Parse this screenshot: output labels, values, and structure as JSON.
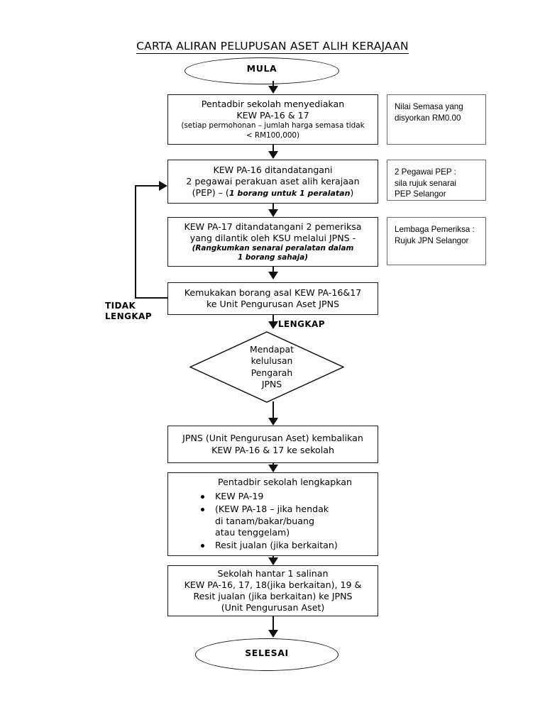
{
  "title": "CARTA ALIRAN PELUPUSAN ASET ALIH KERAJAAN",
  "nodes": {
    "start": {
      "label": "MULA"
    },
    "end": {
      "label": "SELESAI"
    },
    "p1": {
      "line1": "Pentadbir sekolah menyediakan",
      "line2": "KEW PA-16 & 17",
      "line3": "(setiap permohonan – jumlah harga semasa tidak",
      "line4": "< RM100,000)"
    },
    "p2": {
      "line1": "KEW PA-16 ditandatangani",
      "line2": "2 pegawai perakuan aset alih kerajaan",
      "line3_prefix": "(PEP) – (",
      "line3_italic": "1 borang untuk 1 peralatan",
      "line3_suffix": ")"
    },
    "p3": {
      "line1": "KEW PA-17 ditandatangani 2 pemeriksa",
      "line2": "yang dilantik oleh KSU melalui JPNS -",
      "line3_italic": "(Rangkumkan senarai peralatan dalam",
      "line4_italic": "1 borang sahaja)"
    },
    "p4": {
      "line1": "Kemukakan borang asal KEW PA-16&17",
      "line2": "ke Unit Pengurusan Aset JPNS"
    },
    "decision": {
      "line1": "Mendapat",
      "line2": "kelulusan",
      "line3": "Pengarah",
      "line4": "JPNS"
    },
    "p5": {
      "line1": "JPNS (Unit Pengurusan Aset) kembalikan",
      "line2": "KEW PA-16 & 17 ke sekolah"
    },
    "p6": {
      "heading": "Pentadbir sekolah lengkapkan",
      "bullets": [
        {
          "text": "KEW PA-19",
          "cont": []
        },
        {
          "text": "(KEW PA-18 – jika hendak",
          "cont": [
            "di tanam/bakar/buang",
            "atau tenggelam)"
          ]
        },
        {
          "text": "Resit jualan (jika berkaitan)",
          "cont": []
        }
      ]
    },
    "p7": {
      "line1": "Sekolah hantar 1 salinan",
      "line2": "KEW PA-16, 17, 18(jika berkaitan), 19 &",
      "line3": "Resit jualan (jika berkaitan) ke JPNS",
      "line4": "(Unit Pengurusan Aset)"
    }
  },
  "notes": {
    "n1": {
      "line1": "Nilai Semasa yang",
      "line2": "disyorkan RM0.00"
    },
    "n2": {
      "line1": "2 Pegawai PEP :",
      "line2": "sila rujuk senarai",
      "line3": "PEP Selangor"
    },
    "n3": {
      "line1": "Lembaga Pemeriksa :",
      "line2": "Rujuk JPN Selangor"
    }
  },
  "edge_labels": {
    "tidak_lengkap_line1": "TIDAK",
    "tidak_lengkap_line2": "LENGKAP",
    "lengkap": "LENGKAP"
  },
  "colors": {
    "stroke": "#111111",
    "note_stroke": "#6b6b6b",
    "background": "#ffffff"
  }
}
